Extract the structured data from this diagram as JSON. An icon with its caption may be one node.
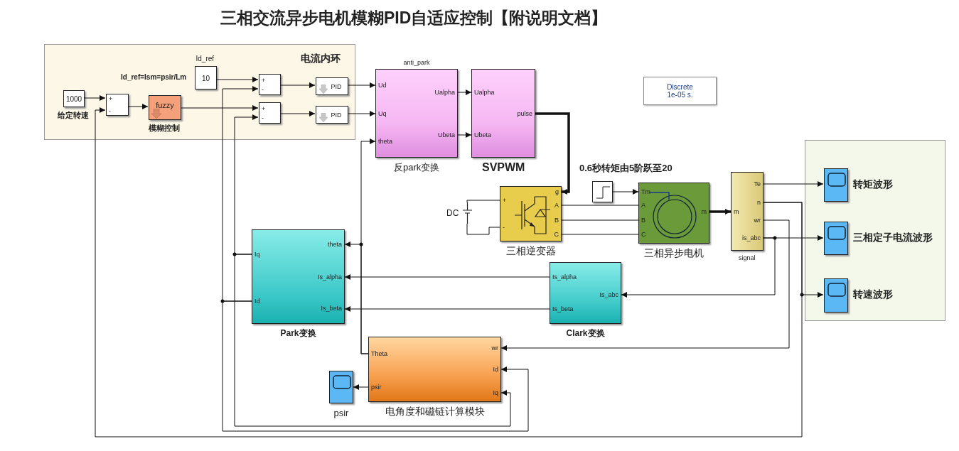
{
  "diagram": {
    "title": "三相交流异步电机模糊PID自适应控制【附说明文档】",
    "nodes": [
      {
        "text": [
          "电流内环"
        ]
      },
      {
        "text": [
          "1000"
        ],
        "beside": [
          "给定转速"
        ],
        "in": 0
      },
      {
        "text": [
          "+",
          "-"
        ],
        "in": 0
      },
      {
        "text": [
          "fuzzy"
        ],
        "beside": [
          "模糊控制"
        ],
        "in": 0
      },
      {
        "text": [
          "10"
        ],
        "beside": [
          "Id_ref"
        ],
        "in": 0
      },
      {
        "text": [
          "+",
          "-"
        ],
        "in": 0
      },
      {
        "text": [
          "+",
          "-"
        ],
        "in": 0
      },
      {
        "text": [
          "PID"
        ],
        "in": 0
      },
      {
        "text": [
          "PID"
        ],
        "in": 0
      },
      {
        "text": [
          "Ud",
          "Uq",
          "theta",
          "Ualpha",
          "Ubeta"
        ],
        "beside": [
          "anti_park",
          "反park变换"
        ]
      },
      {
        "text": [
          "Ualpha",
          "Ubeta",
          "pulse"
        ],
        "beside": [
          "SVPWM"
        ]
      },
      {
        "text": [
          "Discrete 1e-05 s."
        ]
      },
      {
        "text": [],
        "shape": "battery",
        "beside": [
          "DC"
        ]
      },
      {
        "text": [
          "+",
          "-",
          "g",
          "A",
          "B",
          "C"
        ],
        "beside": [
          "三相逆变器"
        ]
      },
      {
        "text": [],
        "shape": "box"
      },
      {
        "text": [
          "Tm",
          "A",
          "B",
          "C",
          "m"
        ],
        "beside": [
          "三相异步电机"
        ]
      },
      {
        "text": [
          "m",
          "Te",
          "n",
          "wr",
          "is_abc"
        ],
        "beside": [
          "signal"
        ]
      },
      {
        "text": [],
        "shape": "box"
      },
      {
        "text": [
          "转矩波形"
        ],
        "in": 17
      },
      {
        "text": [
          "三相定子电流波形"
        ],
        "in": 17
      },
      {
        "text": [
          "转速波形"
        ],
        "in": 17
      },
      {
        "text": [
          "Iq",
          "Id",
          "theta",
          "Is_alpha",
          "Is_beta"
        ],
        "beside": [
          "Park变换"
        ]
      },
      {
        "text": [
          "Is_alpha",
          "Is_beta",
          "Is_abc"
        ],
        "beside": [
          "Clark变换"
        ]
      },
      {
        "text": [
          "Theta",
          "psir",
          "wr",
          "Id",
          "Iq"
        ],
        "beside": [
          "电角度和磁链计算模块"
        ]
      },
      {
        "text": [
          "psir"
        ]
      }
    ],
    "edges": [
      {
        "from": 1,
        "to": 2,
        "arrow": "to"
      },
      {
        "from": 2,
        "to": 3,
        "arrow": "to"
      },
      {
        "from": 3,
        "to": 6,
        "arrow": "to"
      },
      {
        "from": 4,
        "to": 5,
        "arrow": "to"
      },
      {
        "from": 5,
        "to": 7,
        "arrow": "to"
      },
      {
        "from": 6,
        "to": 8,
        "arrow": "to"
      },
      {
        "from": 7,
        "to": 9,
        "arrow": "to"
      },
      {
        "from": 8,
        "to": 9,
        "arrow": "to"
      },
      {
        "from": 9,
        "to": 10,
        "arrow": "to"
      },
      {
        "from": 9,
        "to": 10,
        "arrow": "to"
      },
      {
        "from": 10,
        "to": 13,
        "arrow": "to",
        "style": "thick"
      },
      {
        "from": 12,
        "to": 13,
        "arrow": "none"
      },
      {
        "from": 12,
        "to": 13,
        "arrow": "none"
      },
      {
        "from": 13,
        "to": 15,
        "arrow": "none"
      },
      {
        "from": 13,
        "to": 15,
        "arrow": "none"
      },
      {
        "from": 13,
        "to": 15,
        "arrow": "none"
      },
      {
        "from": 14,
        "to": 15,
        "arrow": "to"
      },
      {
        "from": 15,
        "to": 16,
        "arrow": "to",
        "style": "thick"
      },
      {
        "from": 16,
        "to": 18,
        "arrow": "to"
      },
      {
        "from": 16,
        "to": 19,
        "arrow": "to"
      },
      {
        "from": 16,
        "to": 20,
        "arrow": "to"
      },
      {
        "from": 16,
        "to": 2,
        "arrow": "to"
      },
      {
        "from": 16,
        "to": 23,
        "arrow": "to"
      },
      {
        "from": 16,
        "to": 22,
        "arrow": "to"
      },
      {
        "from": 22,
        "to": 21,
        "arrow": "to"
      },
      {
        "from": 22,
        "to": 21,
        "arrow": "to"
      },
      {
        "from": 23,
        "to": 9,
        "arrow": "to"
      },
      {
        "from": 23,
        "to": 21,
        "arrow": "to"
      },
      {
        "from": 23,
        "to": 24,
        "arrow": "to"
      },
      {
        "from": 21,
        "to": 6,
        "arrow": "to"
      },
      {
        "from": 21,
        "to": 23,
        "arrow": "to"
      },
      {
        "from": 21,
        "to": 5,
        "arrow": "to"
      },
      {
        "from": 21,
        "to": 23,
        "arrow": "to"
      }
    ],
    "labels": [
      "Id_ref=Ism=psir/Lm",
      "0.6秒转矩由5阶跃至20"
    ]
  }
}
